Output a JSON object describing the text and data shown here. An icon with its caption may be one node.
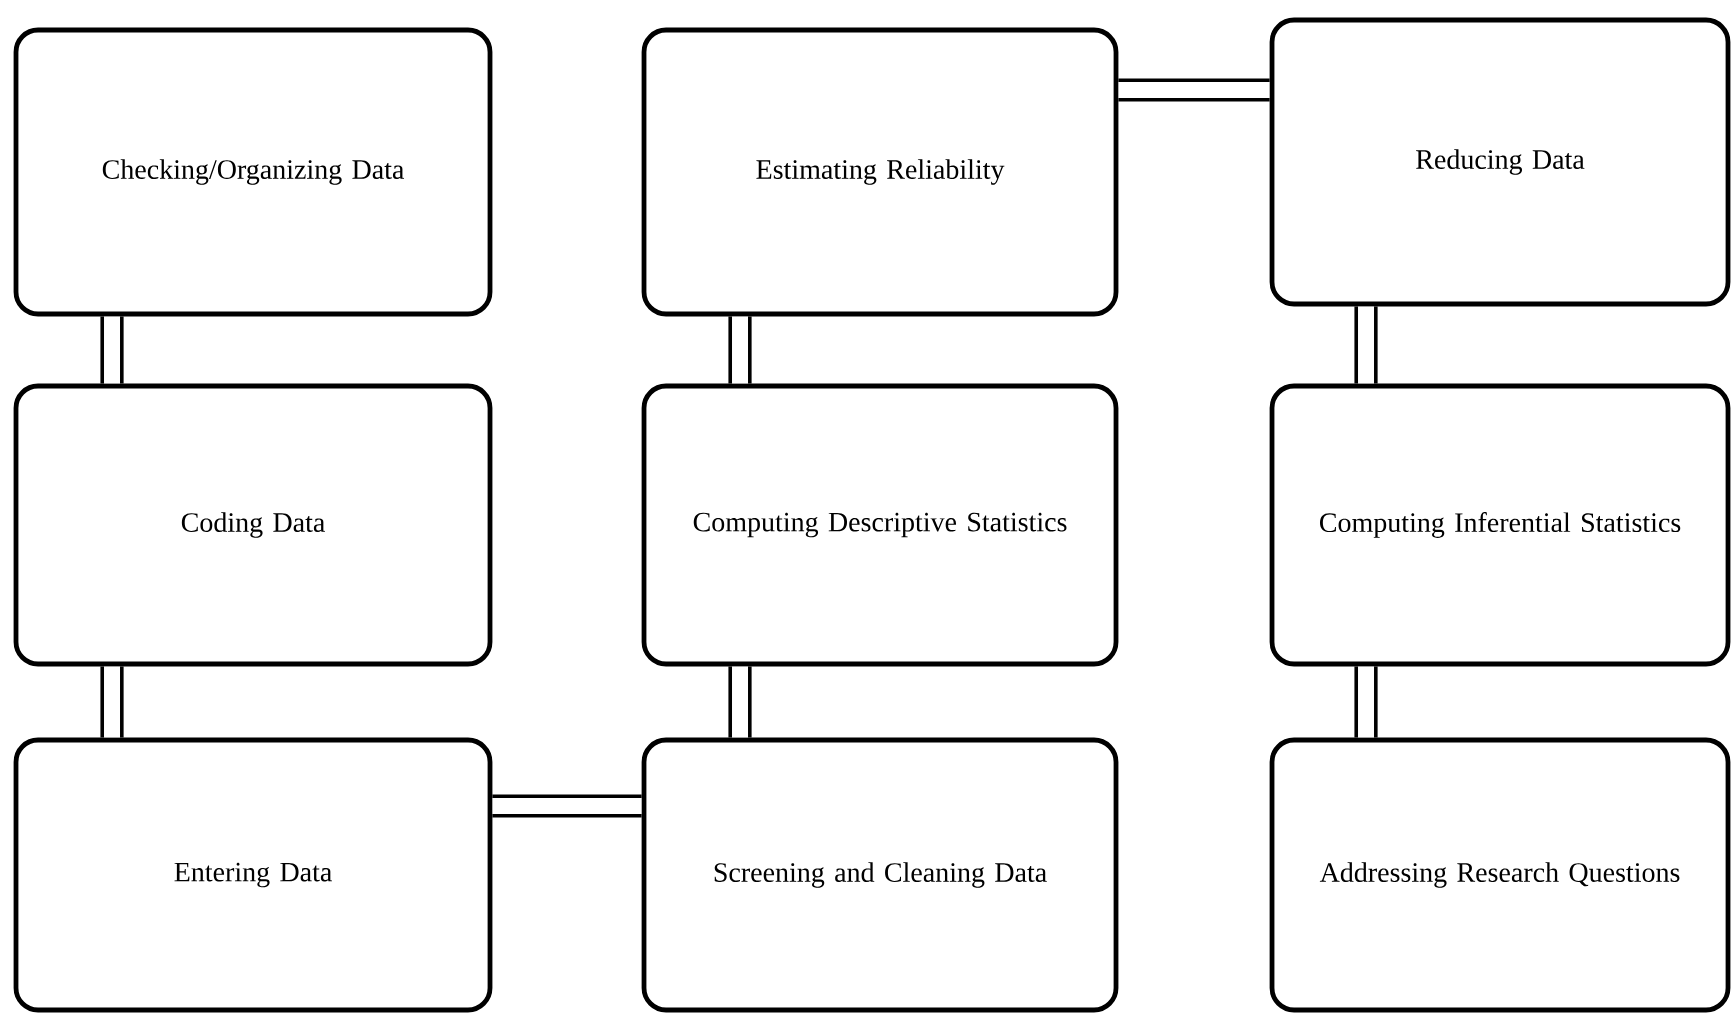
{
  "diagram": {
    "nodes": [
      {
        "text": [
          "Checking/Organizing Data"
        ]
      },
      {
        "text": [
          "Coding Data"
        ]
      },
      {
        "text": [
          "Entering Data"
        ]
      },
      {
        "text": [
          "Screening and Cleaning Data"
        ]
      },
      {
        "text": [
          "Computing Descriptive Statistics"
        ]
      },
      {
        "text": [
          "Estimating Reliability"
        ]
      },
      {
        "text": [
          "Reducing Data"
        ]
      },
      {
        "text": [
          "Computing Inferential Statistics"
        ]
      },
      {
        "text": [
          "Addressing Research Questions"
        ]
      }
    ],
    "edges": [
      {
        "from": 0,
        "to": 1,
        "arrow": "none"
      },
      {
        "from": 1,
        "to": 2,
        "arrow": "none"
      },
      {
        "from": 2,
        "to": 3,
        "arrow": "none"
      },
      {
        "from": 3,
        "to": 4,
        "arrow": "none"
      },
      {
        "from": 4,
        "to": 5,
        "arrow": "none"
      },
      {
        "from": 5,
        "to": 6,
        "arrow": "none"
      },
      {
        "from": 6,
        "to": 7,
        "arrow": "none"
      },
      {
        "from": 7,
        "to": 8,
        "arrow": "none"
      }
    ]
  }
}
